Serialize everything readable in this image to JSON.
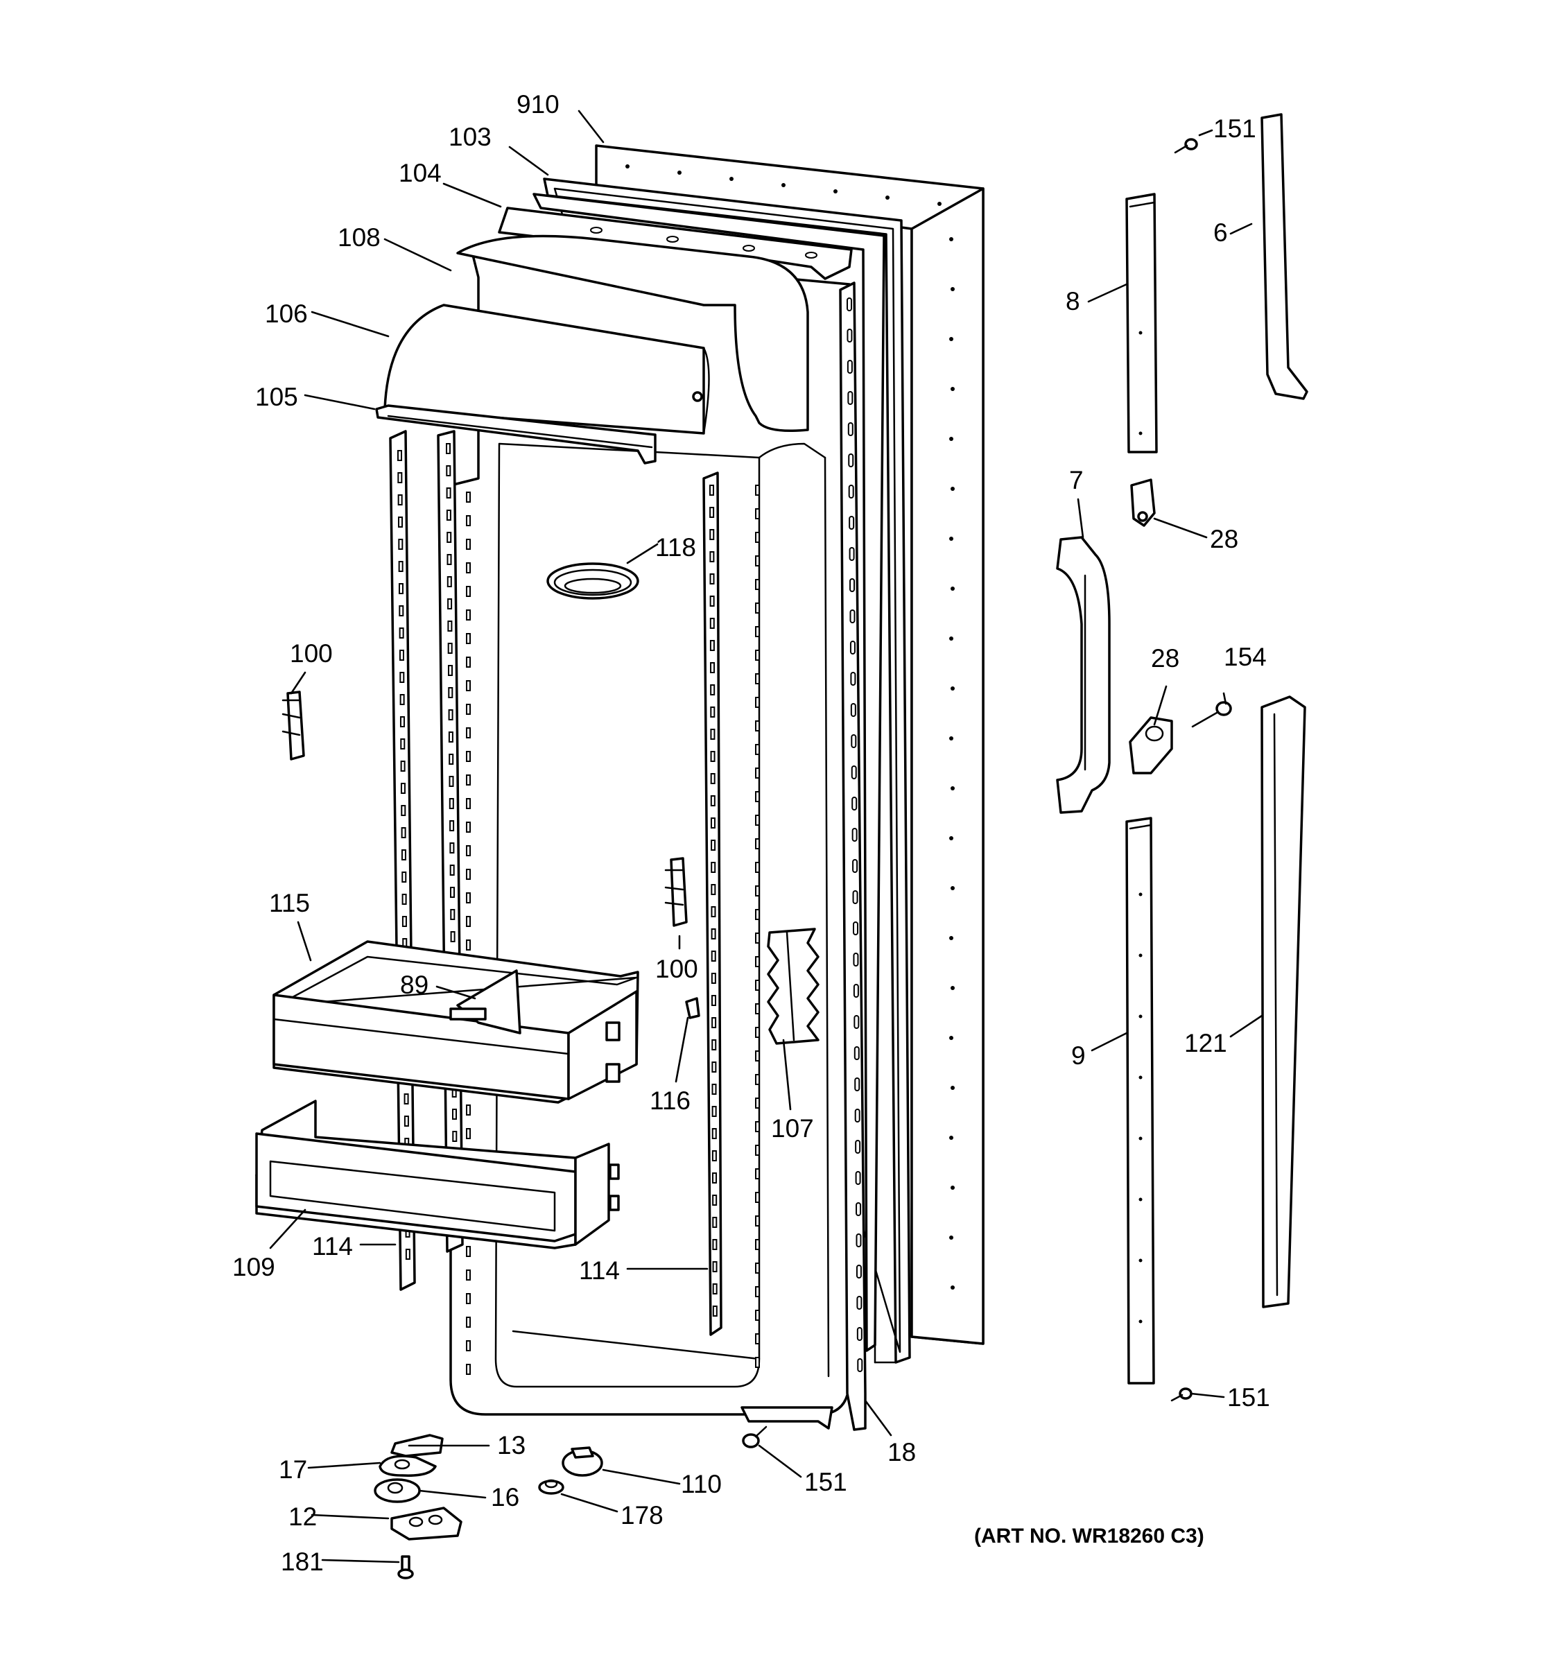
{
  "art_number": "(ART NO. WR18260 C3)",
  "callouts": [
    {
      "id": "c910",
      "label": "910"
    },
    {
      "id": "c103",
      "label": "103"
    },
    {
      "id": "c104",
      "label": "104"
    },
    {
      "id": "c108",
      "label": "108"
    },
    {
      "id": "c106",
      "label": "106"
    },
    {
      "id": "c105",
      "label": "105"
    },
    {
      "id": "c118",
      "label": "118"
    },
    {
      "id": "c100a",
      "label": "100"
    },
    {
      "id": "c100b",
      "label": "100"
    },
    {
      "id": "c115",
      "label": "115"
    },
    {
      "id": "c89",
      "label": "89"
    },
    {
      "id": "c116",
      "label": "116"
    },
    {
      "id": "c107",
      "label": "107"
    },
    {
      "id": "c109",
      "label": "109"
    },
    {
      "id": "c114a",
      "label": "114"
    },
    {
      "id": "c114b",
      "label": "114"
    },
    {
      "id": "c13",
      "label": "13"
    },
    {
      "id": "c17",
      "label": "17"
    },
    {
      "id": "c16",
      "label": "16"
    },
    {
      "id": "c12",
      "label": "12"
    },
    {
      "id": "c181",
      "label": "181"
    },
    {
      "id": "c110",
      "label": "110"
    },
    {
      "id": "c178",
      "label": "178"
    },
    {
      "id": "c151a",
      "label": "151"
    },
    {
      "id": "c18",
      "label": "18"
    },
    {
      "id": "c151b",
      "label": "151"
    },
    {
      "id": "c6",
      "label": "6"
    },
    {
      "id": "c8",
      "label": "8"
    },
    {
      "id": "c7",
      "label": "7"
    },
    {
      "id": "c28a",
      "label": "28"
    },
    {
      "id": "c28b",
      "label": "28"
    },
    {
      "id": "c154",
      "label": "154"
    },
    {
      "id": "c9",
      "label": "9"
    },
    {
      "id": "c121",
      "label": "121"
    },
    {
      "id": "c151c",
      "label": "151"
    }
  ]
}
